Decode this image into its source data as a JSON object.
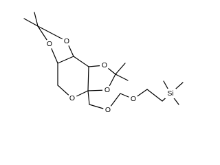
{
  "molecule": {
    "atoms": {
      "o1": "O",
      "o2": "O",
      "o3": "O",
      "o4": "O",
      "o5": "O",
      "o6": "O",
      "o7": "O",
      "si": "Si"
    }
  }
}
